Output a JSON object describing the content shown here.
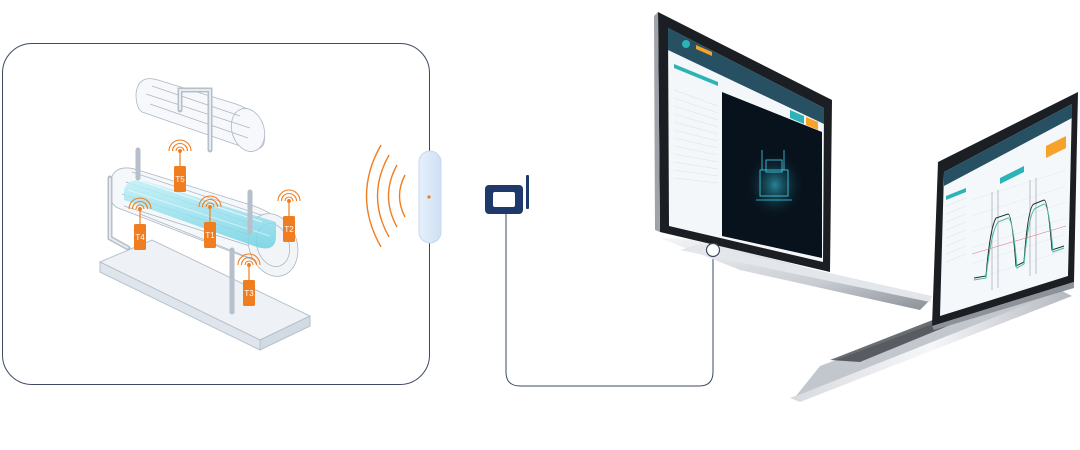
{
  "sensors": [
    {
      "label": "T1"
    },
    {
      "label": "T2"
    },
    {
      "label": "T3"
    },
    {
      "label": "T4"
    },
    {
      "label": "T5"
    }
  ],
  "colors": {
    "sensor": "#f07d1f",
    "panel_border": "#3d4a63",
    "water": "#8fe0ee",
    "screen_teal": "#2bb3b8",
    "screen_orange": "#f5a32a",
    "chart_line_dark": "#1f2e2a",
    "chart_line_teal": "#46b9a8"
  },
  "icons": {
    "gateway": "wireless-gateway-icon",
    "signal": "radio-waves-icon"
  }
}
